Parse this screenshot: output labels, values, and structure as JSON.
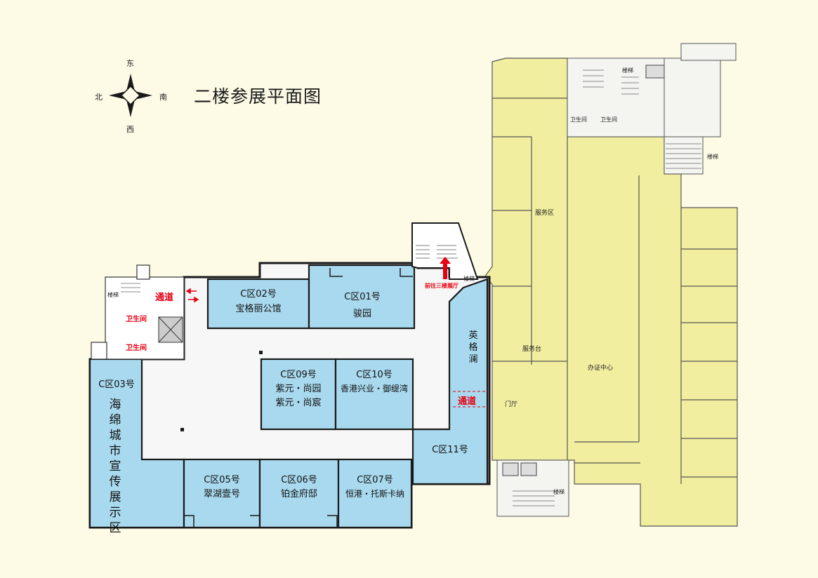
{
  "title": "二楼参展平面图",
  "compass": {
    "east": "东",
    "west": "西",
    "north": "北",
    "south": "南"
  },
  "colors": {
    "exhibit": "#a9d9ee",
    "office": "#f2eea0",
    "walls": "#1a1a1a",
    "accent_red": "#e60012",
    "background": "#fdfbe6"
  },
  "zones": {
    "c01": {
      "code": "C区01号",
      "name": "骏园"
    },
    "c02": {
      "code": "C区02号",
      "name": "宝格丽公馆"
    },
    "c03": {
      "code": "C区03号",
      "name": "海绵城市宣传展示区"
    },
    "c05": {
      "code": "C区05号",
      "name": "翠湖壹号"
    },
    "c06": {
      "code": "C区06号",
      "name": "铂金府邸"
    },
    "c07": {
      "code": "C区07号",
      "name": "恒港・托斯卡纳"
    },
    "c09": {
      "code": "C区09号",
      "line1": "紫元・尚园",
      "line2": "紫元・尚宸"
    },
    "c10": {
      "code": "C区10号",
      "name": "香港兴业・御缇湾"
    },
    "c11": {
      "code": "C区11号"
    },
    "yinggelan": {
      "name": "英格澜"
    }
  },
  "labels": {
    "passage": "通道",
    "restroom": "卫生间",
    "stairs": "楼梯",
    "to_third_floor": "前往三楼展厅",
    "service_area": "服务区",
    "service_desk": "服务台",
    "certificate_center": "办证中心",
    "lobby": "门厅"
  }
}
